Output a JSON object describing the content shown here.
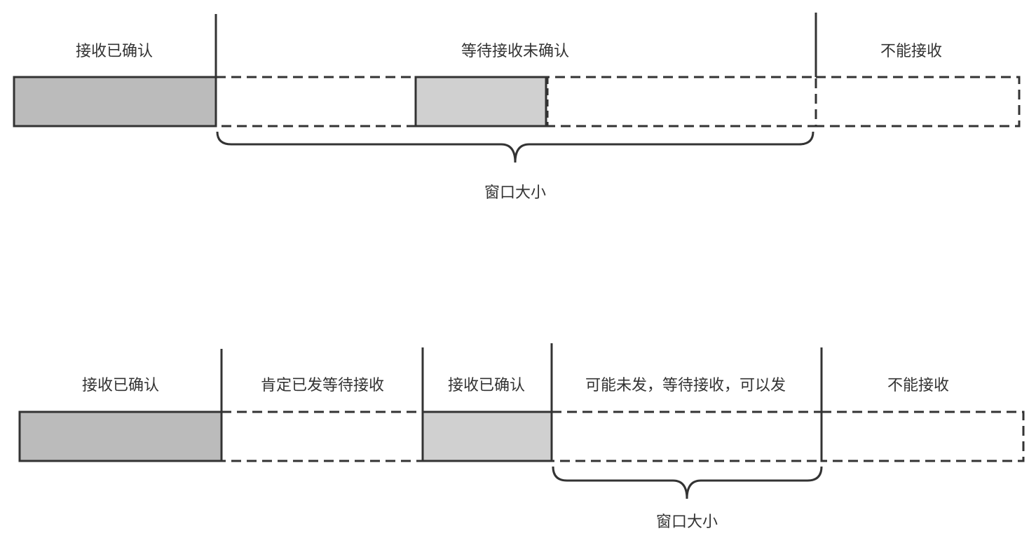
{
  "colors": {
    "line": "#333333",
    "acked_fill": "#bbbbbb",
    "received_fill": "#d0d0d0",
    "background": "#ffffff"
  },
  "top": {
    "labels": {
      "received_acked": "接收已确认",
      "waiting_unacked": "等待接收未确认",
      "cannot_receive": "不能接收"
    },
    "window_label": "窗口大小"
  },
  "bottom": {
    "labels": {
      "received_acked": "接收已确认",
      "sent_waiting": "肯定已发等待接收",
      "received_acked_2": "接收已确认",
      "maybe_unsent": "可能未发，等待接收，可以发",
      "cannot_receive": "不能接收"
    },
    "window_label": "窗口大小"
  }
}
